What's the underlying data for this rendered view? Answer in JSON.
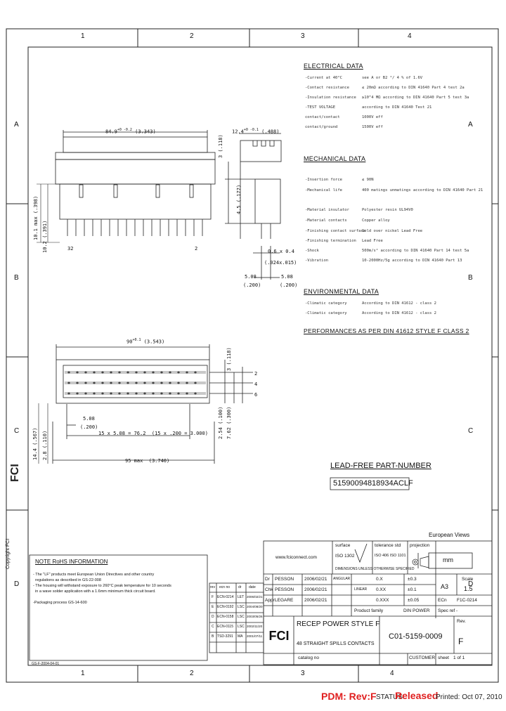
{
  "grid": {
    "columns_top": [
      "1",
      "2",
      "3",
      "4"
    ],
    "columns_bottom": [
      "1",
      "2",
      "3",
      "4"
    ],
    "rows_left": [
      "A",
      "B",
      "C",
      "D"
    ],
    "rows_right": [
      "A",
      "B",
      "C",
      "D"
    ]
  },
  "electrical": {
    "title": "ELECTRICAL DATA",
    "rows": [
      [
        "-Current at 40°C",
        "see A or B2 °/ 4 % of 1.6V"
      ],
      [
        "-Contact resistance",
        "≤ 20mΩ according to DIN 41640 Part 4 test 2a"
      ],
      [
        "-Insulation resistance",
        "≥10^4 MΩ according to DIN 41640 Part 5 test 3a"
      ],
      [
        "-TEST VOLTAGE",
        "according to DIN 41640 Test 21"
      ],
      [
        "  contact/contact",
        "1000V eff"
      ],
      [
        "  contact/ground",
        "1500V eff"
      ]
    ]
  },
  "mechanical": {
    "title": "MECHANICAL DATA",
    "rows": [
      [
        "-Insertion force",
        "≤ 90N"
      ],
      [
        "-Mechanical life",
        "400 matings unmatings according to DIN 41640 Part 21"
      ],
      [
        "-Material insulator",
        "Polyester resin UL94V0"
      ],
      [
        "-Material contacts",
        "Copper alloy"
      ],
      [
        "-Finishing contact surface",
        "Gold over nickel Lead Free"
      ],
      [
        "-Finishing termination",
        "Lead Free"
      ],
      [
        "-Shock",
        "500m/s² according to DIN 41640 Part 14 test 5a"
      ],
      [
        "-Vibration",
        "10-2000Hz/5g according to DIN 41640 Part 13"
      ]
    ]
  },
  "environmental": {
    "title": "ENVIRONMENTAL DATA",
    "rows": [
      [
        "-Climatic category",
        "According to DIN 41612 - class 2"
      ],
      [
        "-Climatic category",
        "According to DIN 41612 - class 2"
      ]
    ]
  },
  "performance_note": "PERFORMANCES AS PER DIN 41612 STYLE F CLASS 2",
  "dims": {
    "top_width": "84.9",
    "top_width_tol": "+0 -0.2",
    "top_width_in": "(3.343)",
    "side_width": "12.4",
    "side_width_tol": "+0 -0.1",
    "side_width_in": "(.488)",
    "side_h1": "3",
    "side_h1_in": "(.118)",
    "side_h2": "4.5",
    "side_h2_in": "(.177)",
    "left_h1": "10.1 max",
    "left_h1_in": "(.398)",
    "left_h2": "10.2",
    "left_h2_in": "(.391)",
    "pin_first": "32",
    "pin_last": "2",
    "pin_size": "0.6 x 0.4",
    "pin_size_in": "(.024x.015)",
    "pitch_a": "5.08",
    "pitch_a_in": "(.200)",
    "pitch_b": "5.08",
    "pitch_b_in": "(.200)",
    "bottom_width": "90",
    "bottom_width_tol": "+0.1",
    "bottom_width_in": "(3.543)",
    "bottom_pitch": "5.08",
    "bottom_pitch_in": "(.200)",
    "bottom_span": "15 x 5.08 = 76.2",
    "bottom_span_in": "(15 x .200 = 3.000)",
    "bottom_total": "95 max",
    "bottom_total_in": "(3.740)",
    "right_h1": "3",
    "right_h1_in": "(.118)",
    "right_h2": "2.54",
    "right_h2_in": "(.100)",
    "right_h3": "7.62",
    "right_h3_in": "(.300)",
    "left_vert_a": "14.4",
    "left_vert_a_in": "(.567)",
    "left_vert_b": "2.8",
    "left_vert_b_in": "(.110)",
    "row_labels": [
      "2",
      "4",
      "6"
    ]
  },
  "lead_free": {
    "title": "LEAD-FREE PART-NUMBER",
    "number": "51590094818934ACLF"
  },
  "european_views": "European Views",
  "unit": "mm",
  "rohs": {
    "title": "NOTE RoHS INFORMATION",
    "lines": [
      "- The \"LF\" products meet European Union Directives and other country",
      "  regulations as described in GS-22-008",
      "- The housing will withstand exposure to 260°C peak temperature for 10 seconds",
      "  in a wave solder application with a 1.6mm minimum thick circuit board.",
      "",
      "-Packaging process GS-14-600"
    ]
  },
  "title_block": {
    "url": "www.fciconnect.com",
    "surface_label": "surface",
    "surface_val": "ISO 1302",
    "tolerance_label": "tolerance std",
    "tolerance_val_1": "ISO 406 ISO 1101",
    "projection_label": "projection",
    "dim_note": "DIMENSIONS UNLESS OTHERWISE SPECIFIED",
    "drawn_label": "Dr",
    "drawn_name": "PESSON",
    "drawn_date": "2006/02/21",
    "check_label": "Chk",
    "check_name": "PESSON",
    "check_date": "2006/02/21",
    "appr_label": "Appr",
    "appr_name": "LEGARE",
    "appr_date": "2006/02/21",
    "angular": "ANGULAR",
    "linear": "LINEAR",
    "tol_x": "0.X",
    "tol_x_val": "±0.3",
    "tol_xx": "0.XX",
    "tol_xx_val": "±0.1",
    "tol_xxx": "0.XXX",
    "tol_xxx_val": "±0.05",
    "size_label": "A3",
    "scale_label": "Scale",
    "scale_val": "1.5",
    "ecn_label": "ECn",
    "ecn_val": "F1C-0214",
    "product_family": "Product family",
    "din_power": "DIN POWER",
    "spec_ref": "Spec ref -",
    "rev_rows": [
      [
        "F",
        "ECN-0214",
        "LET",
        "2006/02/21"
      ],
      [
        "E",
        "ECN-0192",
        "LSC",
        "2004/08/20"
      ],
      [
        "D",
        "ECN-0158",
        "LSC",
        "2003/05/26"
      ],
      [
        "C",
        "ECN-0115",
        "LSC",
        "2002/11/20"
      ],
      [
        "B",
        "TSD-3291",
        "MA",
        "2001/07/11"
      ]
    ],
    "rev_heads": [
      "rev",
      "ecn no",
      "dr",
      "date"
    ],
    "title_line1": "RECEP POWER STYLE F",
    "title_line2": "48 STRAIGHT SPILLS CONTACTS",
    "catalog_no": "catalog no",
    "part_no": "C01-5159-0009",
    "rev_label": "Rev.",
    "rev_val": "F",
    "customer": "CUSTOMER",
    "sheet": "sheet",
    "sheet_val": "1 of 1",
    "copyright": "Copyright FCI",
    "bottom_code": "GS-F-2004-04-01"
  },
  "footer": {
    "pdm": "PDM: Rev:F",
    "status_label": "STATUS",
    "status_val": "Released",
    "printed": "Printed: Oct 07, 2010"
  }
}
